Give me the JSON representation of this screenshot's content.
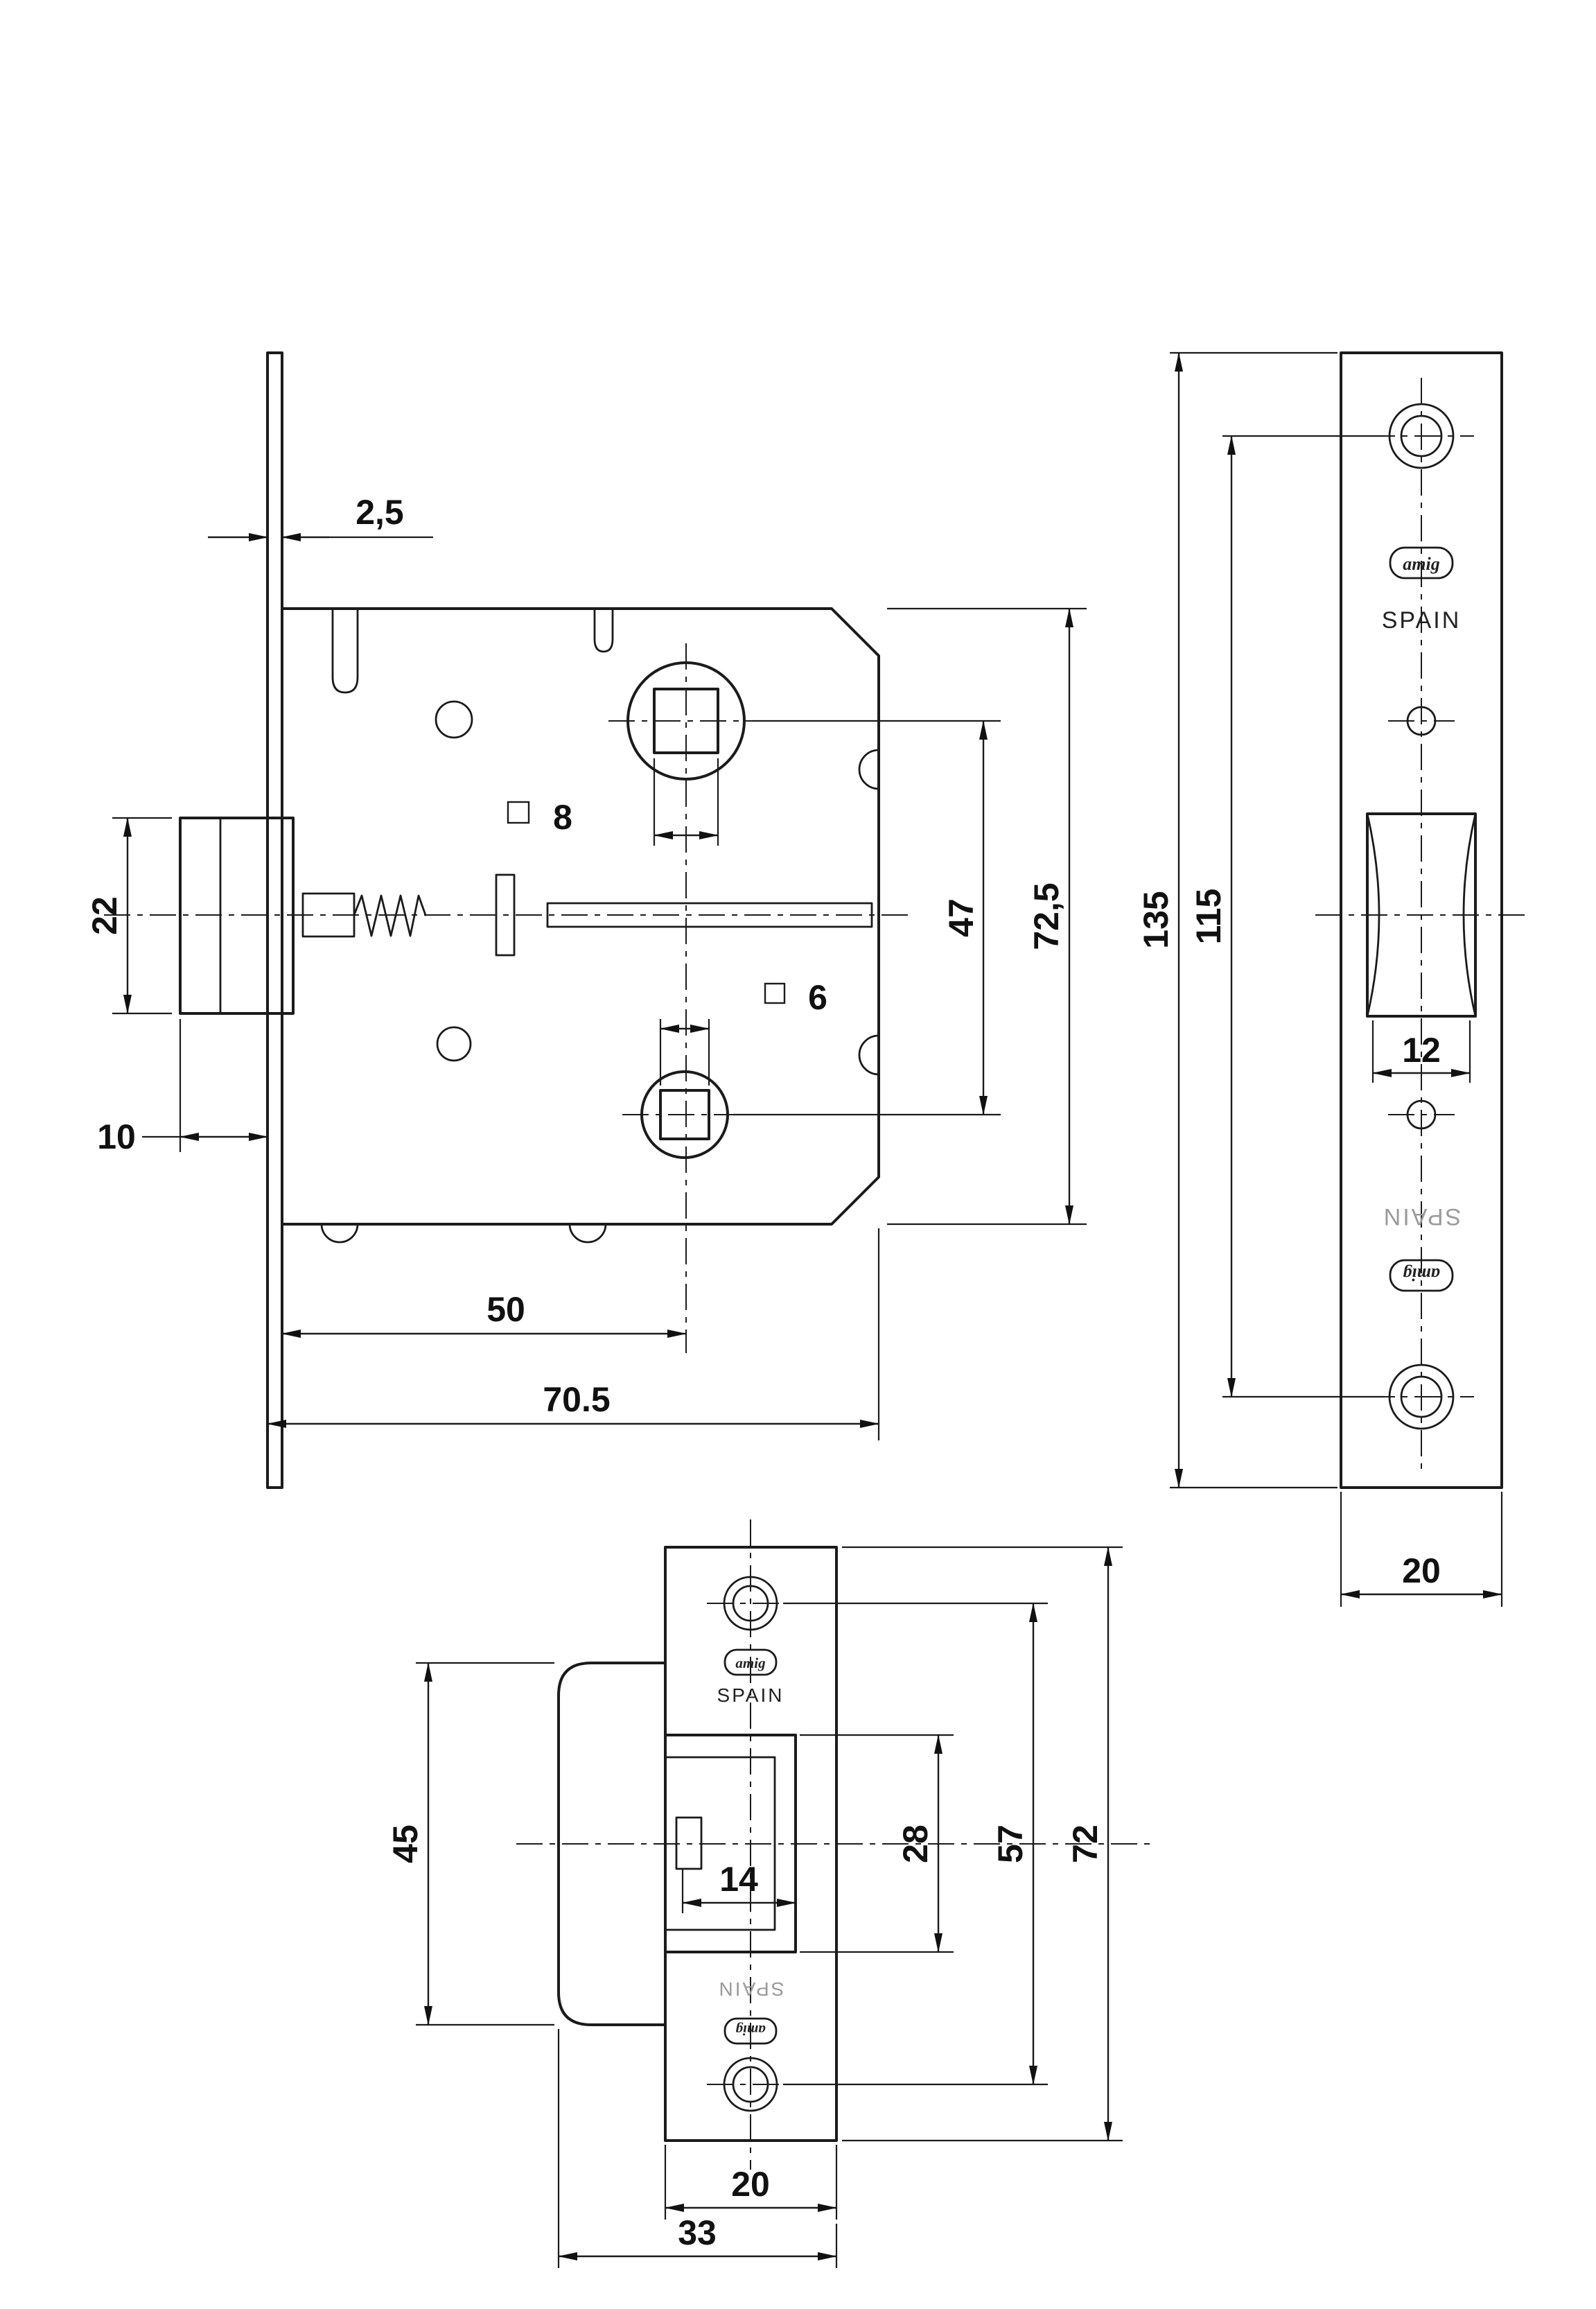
{
  "main_view": {
    "dims": {
      "faceplate_thickness": "2,5",
      "latch_height": "22",
      "latch_projection": "10",
      "spindle_square": "8",
      "lower_square": "6",
      "square_centers": "47",
      "case_height": "72,5",
      "backset": "50",
      "case_depth": "70.5"
    }
  },
  "faceplate_view": {
    "logo": "amig",
    "brand": "SPAIN",
    "logo_reversed": "amig",
    "brand_reversed": "SPAIN",
    "dims": {
      "total_length": "135",
      "screw_centers": "115",
      "latch_cutout_width": "12",
      "plate_width": "20"
    }
  },
  "strike_view": {
    "logo": "amig",
    "brand": "SPAIN",
    "logo_reversed": "amig",
    "brand_reversed": "SPAIN",
    "dims": {
      "box_height": "45",
      "latch_opening_width": "14",
      "cutout_height": "28",
      "screw_centers": "57",
      "total_height": "72",
      "plate_width": "20",
      "total_width": "33"
    }
  }
}
